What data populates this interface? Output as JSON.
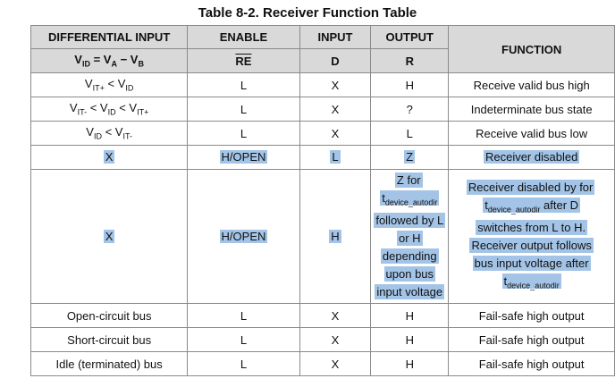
{
  "title": "Table 8-2. Receiver Function Table",
  "headers": {
    "differential_input": "DIFFERENTIAL INPUT",
    "enable": "ENABLE",
    "input": "INPUT",
    "output": "OUTPUT",
    "function": "FUNCTION",
    "vid_eq": "= V",
    "va_sub": "A",
    "minus": " − V",
    "vb_sub": "B",
    "v": "V",
    "vid_sub": "ID",
    "re": "RE",
    "d": "D",
    "r": "R"
  },
  "rows": [
    {
      "enable": "L",
      "input": "X",
      "output": "H",
      "function": "Receive valid bus high"
    },
    {
      "enable": "L",
      "input": "X",
      "output": "?",
      "function": "Indeterminate bus state"
    },
    {
      "enable": "L",
      "input": "X",
      "output": "L",
      "function": "Receive valid bus low"
    },
    {
      "diff": "X",
      "enable": "H/OPEN",
      "input": "L",
      "output": "Z",
      "function": "Receiver disabled"
    },
    {
      "diff": "X",
      "enable": "H/OPEN",
      "input": "H",
      "output_a": "Z for",
      "output_sub": "device_autodir",
      "output_t": "t",
      "output_b": "followed by L or H depending upon bus input voltage",
      "function_a": "Receiver disabled by for t",
      "function_sub": "device_autodir",
      "function_b": "after D switches from L to H. Receiver output follows bus input voltage after t",
      "function_sub2": "device_autodir"
    },
    {
      "diff": "Open-circuit bus",
      "enable": "L",
      "input": "X",
      "output": "H",
      "function": "Fail-safe high output"
    },
    {
      "diff": "Short-circuit bus",
      "enable": "L",
      "input": "X",
      "output": "H",
      "function": "Fail-safe high output"
    },
    {
      "diff": "Idle (terminated) bus",
      "enable": "L",
      "input": "X",
      "output": "H",
      "function": "Fail-safe high output"
    }
  ],
  "cond": {
    "v": "V",
    "itp": "IT+",
    "itm": "IT-",
    "id": "ID",
    "lt": " < "
  }
}
